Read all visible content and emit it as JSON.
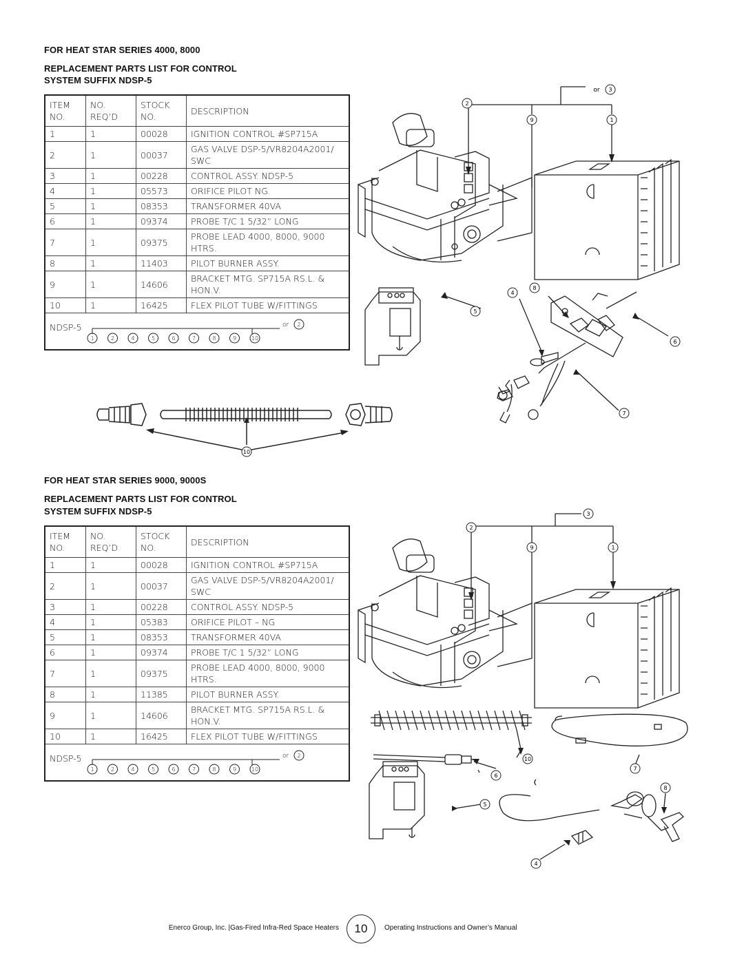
{
  "section1": {
    "series_title": "FOR HEAT STAR SERIES 4000, 8000",
    "list_title_1": "REPLACEMENT PARTS LIST FOR CONTROL",
    "list_title_2": "SYSTEM SUFFIX NDSP-5",
    "header": {
      "item_1": "ITEM",
      "item_2": "NO.",
      "no_1": "NO.",
      "no_2": "REQ’D",
      "stock_1": "STOCK",
      "stock_2": "NO.",
      "description": "DESCRIPTION"
    },
    "rows": [
      {
        "item": "1",
        "qty": "1",
        "stock": "00028",
        "desc": "IGNITION CONTROL #SP715A"
      },
      {
        "item": "2",
        "qty": "1",
        "stock": "00037",
        "desc": "GAS VALVE DSP-5/VR8204A2001/ SWC"
      },
      {
        "item": "3",
        "qty": "1",
        "stock": "00228",
        "desc": "CONTROL ASSY. NDSP-5"
      },
      {
        "item": "4",
        "qty": "1",
        "stock": "05573",
        "desc": "ORIFICE PILOT NG."
      },
      {
        "item": "5",
        "qty": "1",
        "stock": "08353",
        "desc": "TRANSFORMER 40VA"
      },
      {
        "item": "6",
        "qty": "1",
        "stock": "09374",
        "desc": "PROBE T/C 1 5/32” LONG"
      },
      {
        "item": "7",
        "qty": "1",
        "stock": "09375",
        "desc": "PROBE LEAD 4000, 8000, 9000 HTRS."
      },
      {
        "item": "8",
        "qty": "1",
        "stock": "11403",
        "desc": "PILOT BURNER ASSY."
      },
      {
        "item": "9",
        "qty": "1",
        "stock": "14606",
        "desc": "BRACKET MTG. SP715A RS.L. & HON.V."
      },
      {
        "item": "10",
        "qty": "1",
        "stock": "16425",
        "desc": "FLEX PILOT TUBE W/FITTINGS"
      }
    ],
    "ndsp_label": "NDSP-5",
    "ndsp_items": [
      "1",
      "2",
      "4",
      "5",
      "6",
      "7",
      "8",
      "9",
      "10"
    ],
    "ndsp_or": "or",
    "ndsp_or_item": "2",
    "callouts": {
      "or": "or",
      "n3": "3",
      "n2": "2",
      "n9": "9",
      "n1": "1",
      "n4": "4",
      "n8": "8",
      "n5": "5",
      "n6": "6",
      "n7": "7",
      "n10": "10"
    }
  },
  "section2": {
    "series_title": "FOR HEAT STAR SERIES 9000, 9000S",
    "list_title_1": "REPLACEMENT PARTS LIST FOR CONTROL",
    "list_title_2": "SYSTEM SUFFIX NDSP-5",
    "header": {
      "item_1": "ITEM",
      "item_2": "NO.",
      "no_1": "NO.",
      "no_2": "REQ’D",
      "stock_1": "STOCK",
      "stock_2": "NO.",
      "description": "DESCRIPTION"
    },
    "rows": [
      {
        "item": "1",
        "qty": "1",
        "stock": "00028",
        "desc": "IGNITION CONTROL #SP715A"
      },
      {
        "item": "2",
        "qty": "1",
        "stock": "00037",
        "desc": "GAS VALVE DSP-5/VR8204A2001/ SWC"
      },
      {
        "item": "3",
        "qty": "1",
        "stock": "00228",
        "desc": "CONTROL ASSY. NDSP-5"
      },
      {
        "item": "4",
        "qty": "1",
        "stock": "05383",
        "desc": "ORIFICE PILOT – NG"
      },
      {
        "item": "5",
        "qty": "1",
        "stock": "08353",
        "desc": "TRANSFORMER 40VA"
      },
      {
        "item": "6",
        "qty": "1",
        "stock": "09374",
        "desc": "PROBE T/C 1 5/32” LONG"
      },
      {
        "item": "7",
        "qty": "1",
        "stock": "09375",
        "desc": "PROBE LEAD 4000, 8000, 9000 HTRS."
      },
      {
        "item": "8",
        "qty": "1",
        "stock": "11385",
        "desc": "PILOT BURNER ASSY."
      },
      {
        "item": "9",
        "qty": "1",
        "stock": "14606",
        "desc": "BRACKET MTG. SP715A RS.L. & HON.V."
      },
      {
        "item": "10",
        "qty": "1",
        "stock": "16425",
        "desc": "FLEX PILOT TUBE W/FITTINGS"
      }
    ],
    "ndsp_label": "NDSP-5",
    "ndsp_items": [
      "1",
      "2",
      "4",
      "5",
      "6",
      "7",
      "8",
      "9",
      "10"
    ],
    "ndsp_or": "or",
    "ndsp_or_item": "2",
    "callouts": {
      "n3": "3",
      "n2": "2",
      "n9": "9",
      "n1": "1",
      "n10": "10",
      "n7": "7",
      "n6": "6",
      "n5": "5",
      "n8": "8",
      "n4": "4"
    }
  },
  "footer": {
    "company": "Enerco Group, Inc.  |Gas-Fired Infra-Red Space Heaters",
    "page_number": "10",
    "manual": "Operating Instructions and Owner’s Manual"
  }
}
